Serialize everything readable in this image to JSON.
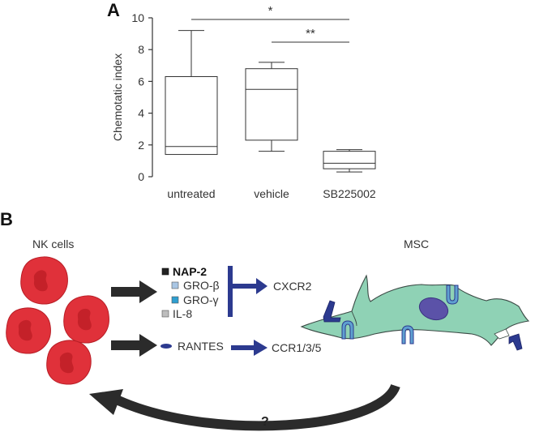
{
  "panel_a": {
    "letter": "A",
    "chart_data": {
      "type": "box",
      "ylabel": "Chemotatic index",
      "ylim": [
        0,
        10
      ],
      "yticks": [
        "0",
        "2",
        "4",
        "6",
        "8",
        "10"
      ],
      "categories": [
        "untreated",
        "vehicle",
        "SB225002"
      ],
      "boxes": [
        {
          "category": "untreated",
          "min": 1.4,
          "q1": 1.4,
          "median": 1.9,
          "q3": 6.3,
          "max": 9.2
        },
        {
          "category": "vehicle",
          "min": 1.6,
          "q1": 2.3,
          "median": 5.5,
          "q3": 6.8,
          "max": 7.2
        },
        {
          "category": "SB225002",
          "min": 0.3,
          "q1": 0.5,
          "median": 0.85,
          "q3": 1.6,
          "max": 1.7
        }
      ],
      "significance": [
        {
          "from": "untreated",
          "to": "SB225002",
          "label": "*"
        },
        {
          "from": "vehicle",
          "to": "SB225002",
          "label": "**"
        }
      ]
    }
  },
  "panel_b": {
    "letter": "B",
    "nk_label": "NK cells",
    "msc_label": "MSC",
    "chemokines": [
      {
        "label": "NAP-2",
        "color": "#222222",
        "bold": true
      },
      {
        "label": "GRO-β",
        "color": "#a9c6e4",
        "bold": false
      },
      {
        "label": "GRO-γ",
        "color": "#2f9fd0",
        "bold": false
      },
      {
        "label": "IL-8",
        "color": "#bdbdbd",
        "bold": false
      }
    ],
    "rantes_label": "RANTES",
    "receptor_1": "CXCR2",
    "receptor_2": "CCR1/3/5",
    "question": "?",
    "colors": {
      "nk_cell": "#e0313a",
      "nk_nucleus": "#c42129",
      "msc_body": "#8fd2b5",
      "msc_nucleus": "#5b52a8",
      "receptor_arrow": "#2c3a8f",
      "black_arrow": "#2b2b2b"
    }
  }
}
